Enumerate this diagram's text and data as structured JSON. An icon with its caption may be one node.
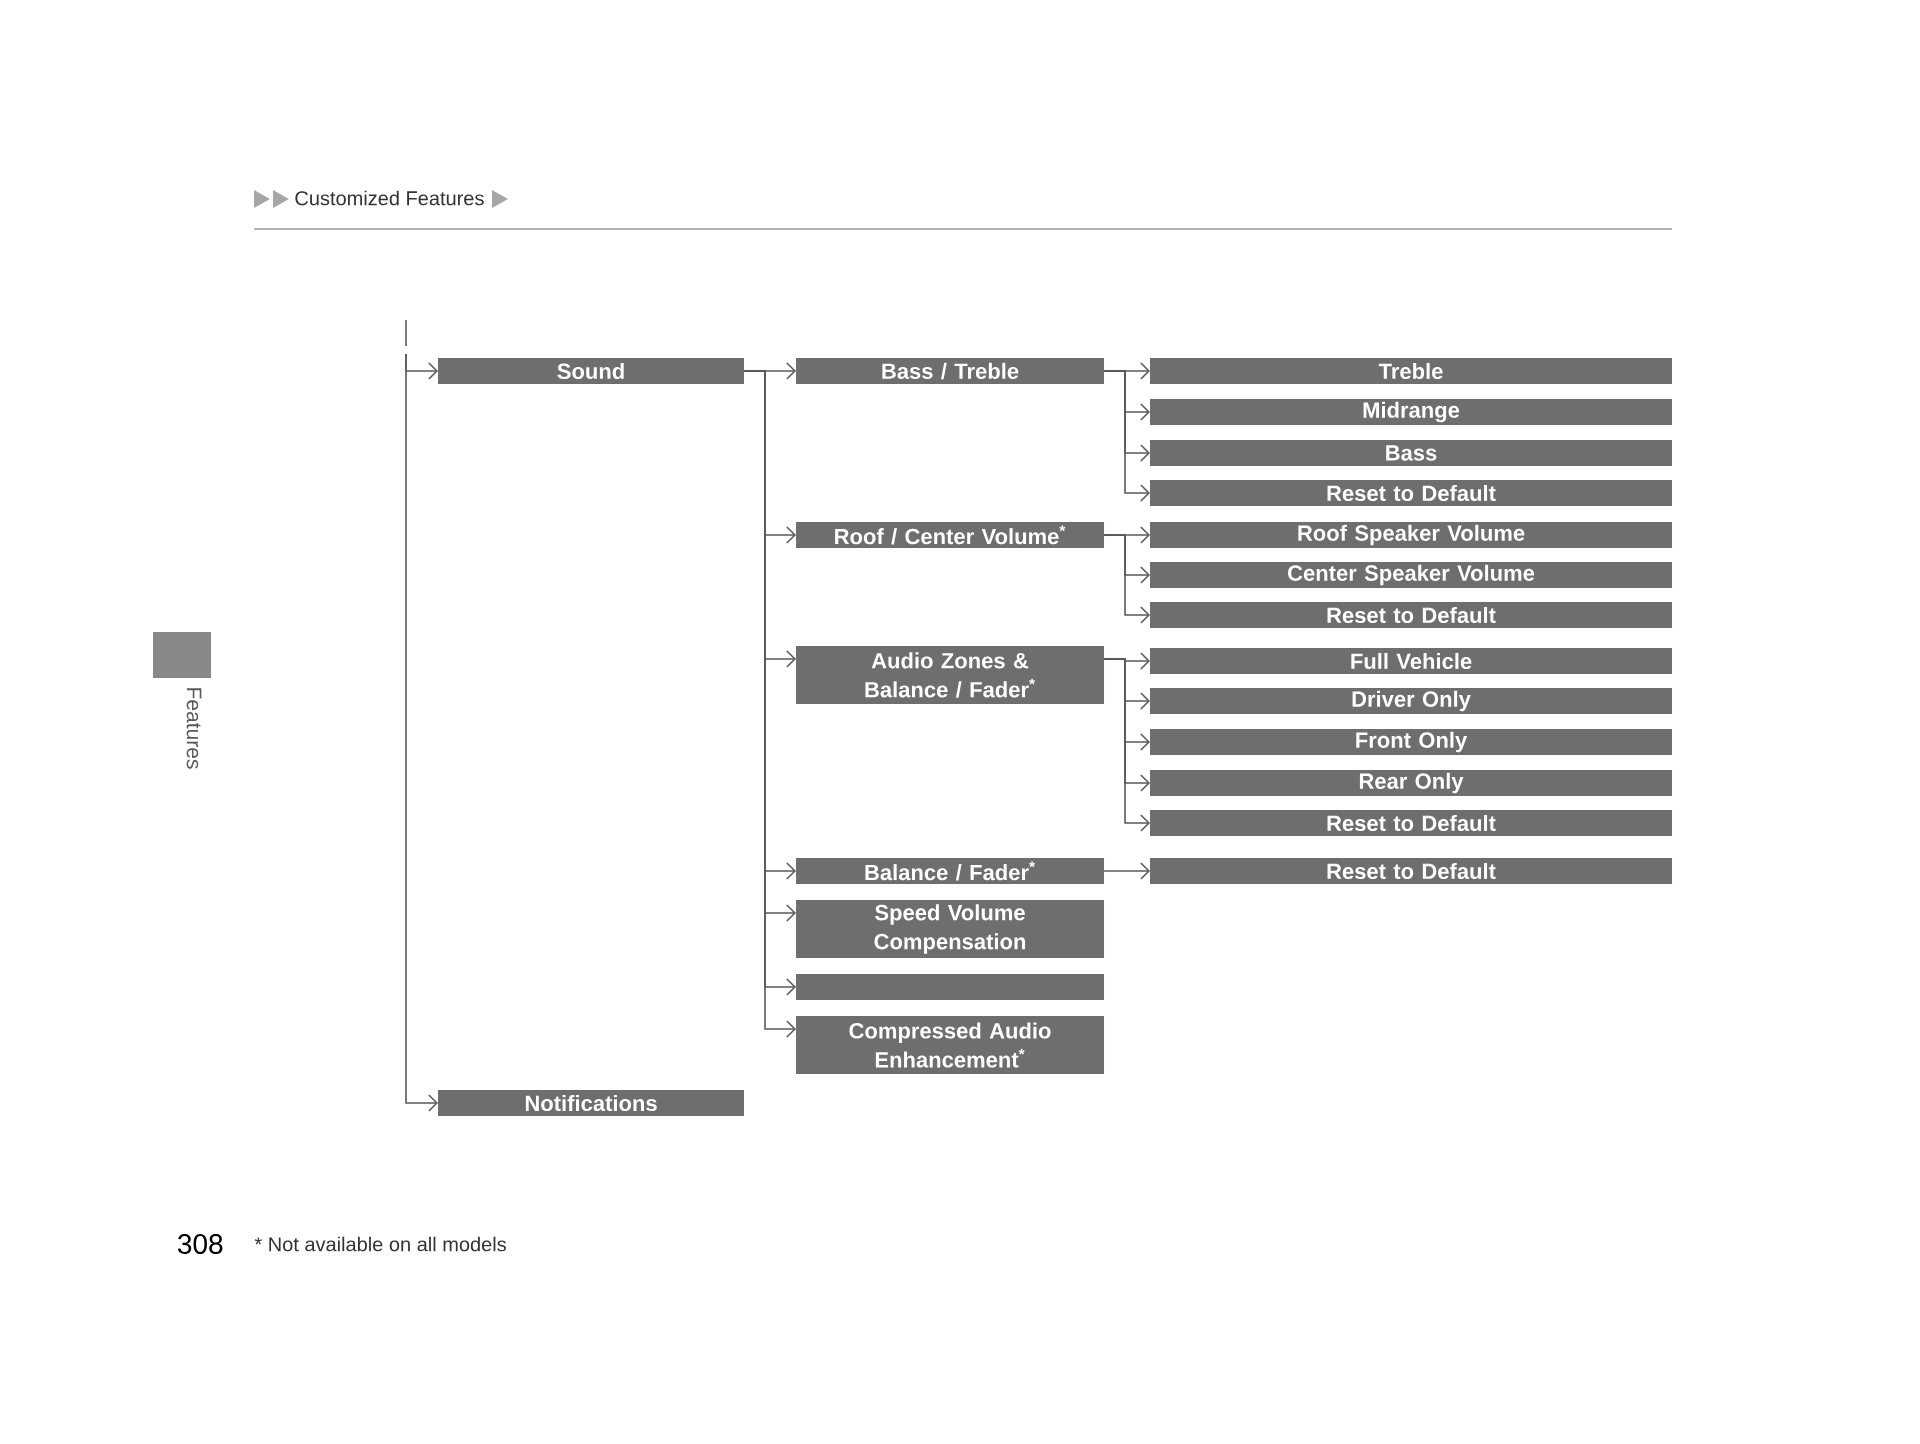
{
  "diagram": {
    "nodes": [
      {
        "text": [
          "Sound"
        ]
      },
      {
        "text": [
          "Bass / Treble"
        ]
      },
      {
        "text": [
          "Treble"
        ]
      },
      {
        "text": [
          "Midrange"
        ]
      },
      {
        "text": [
          "Bass"
        ]
      },
      {
        "text": [
          "Reset to Default"
        ]
      },
      {
        "text": [
          "Roof / Center Volume$^{*}$"
        ]
      },
      {
        "text": [
          "Roof Speaker Volume"
        ]
      },
      {
        "text": [
          "Center Speaker Volume"
        ]
      },
      {
        "text": [
          "Reset to Default"
        ]
      },
      {
        "text": [
          "Audio Zones & Balance / Fader$^{*}$"
        ]
      },
      {
        "text": [
          "Full Vehicle"
        ]
      },
      {
        "text": [
          "Driver Only"
        ]
      },
      {
        "text": [
          "Front Only"
        ]
      },
      {
        "text": [
          "Rear Only"
        ]
      },
      {
        "text": [
          "Reset to Default"
        ]
      },
      {
        "text": [
          "Balance / Fader$^{*}$"
        ]
      },
      {
        "text": [
          "Reset to Default"
        ]
      },
      {
        "text": [
          "Speed Volume Compensation"
        ]
      },
      {
        "text": [],
        "shape": "bar"
      },
      {
        "text": [
          "Compressed Audio Enhancement$^{*}$"
        ]
      },
      {
        "text": [
          "Notifications"
        ]
      }
    ],
    "edges": [
      {
        "from": null,
        "to": 0,
        "arrow": "to"
      },
      {
        "from": null,
        "to": 21,
        "arrow": "to"
      },
      {
        "from": 0,
        "to": 1,
        "arrow": "to"
      },
      {
        "from": 0,
        "to": 6,
        "arrow": "to"
      },
      {
        "from": 0,
        "to": 10,
        "arrow": "to"
      },
      {
        "from": 0,
        "to": 16,
        "arrow": "to"
      },
      {
        "from": 0,
        "to": 18,
        "arrow": "to"
      },
      {
        "from": 0,
        "to": 19,
        "arrow": "to"
      },
      {
        "from": 0,
        "to": 20,
        "arrow": "to"
      },
      {
        "from": 1,
        "to": 2,
        "arrow": "to"
      },
      {
        "from": 1,
        "to": 3,
        "arrow": "to"
      },
      {
        "from": 1,
        "to": 4,
        "arrow": "to"
      },
      {
        "from": 1,
        "to": 5,
        "arrow": "to"
      },
      {
        "from": 6,
        "to": 7,
        "arrow": "to"
      },
      {
        "from": 6,
        "to": 8,
        "arrow": "to"
      },
      {
        "from": 6,
        "to": 9,
        "arrow": "to"
      },
      {
        "from": 10,
        "to": 11,
        "arrow": "to"
      },
      {
        "from": 10,
        "to": 12,
        "arrow": "to"
      },
      {
        "from": 10,
        "to": 13,
        "arrow": "to"
      },
      {
        "from": 10,
        "to": 14,
        "arrow": "to"
      },
      {
        "from": 10,
        "to": 15,
        "arrow": "to"
      },
      {
        "from": 16,
        "to": 17,
        "arrow": "to"
      }
    ],
    "labels": [
      "Customized Features",
      "Features",
      "308",
      "* Not available on all models"
    ]
  }
}
